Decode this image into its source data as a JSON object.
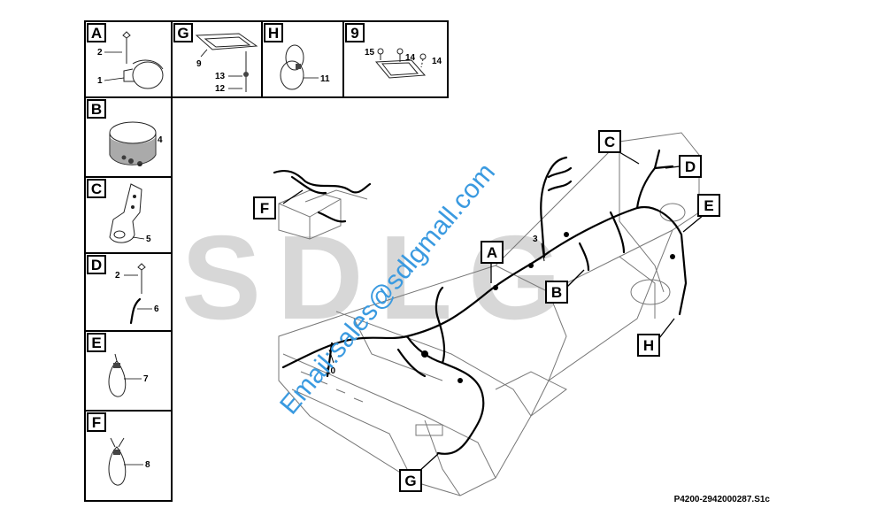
{
  "panels": {
    "A": {
      "letter": "A",
      "items": [
        "2",
        "1"
      ]
    },
    "B": {
      "letter": "B",
      "items": [
        "4"
      ]
    },
    "C": {
      "letter": "C",
      "items": [
        "5"
      ]
    },
    "D": {
      "letter": "D",
      "items": [
        "2",
        "6"
      ]
    },
    "E": {
      "letter": "E",
      "items": [
        "7"
      ]
    },
    "F": {
      "letter": "F",
      "items": [
        "8"
      ]
    },
    "G": {
      "letter": "G",
      "items": [
        "9",
        "13",
        "12"
      ]
    },
    "H": {
      "letter": "H",
      "items": [
        "11"
      ]
    },
    "9": {
      "letter": "9",
      "items": [
        "15",
        "14",
        "14"
      ]
    }
  },
  "main": {
    "callouts": [
      "F",
      "A",
      "B",
      "C",
      "D",
      "E",
      "H",
      "G"
    ],
    "numbers": [
      "3",
      "10"
    ]
  },
  "watermark": {
    "text": "Email:sales@sdlgmall.com",
    "logo": "SDLG"
  },
  "reference": "P4200-2942000287.S1c",
  "colors": {
    "watermark_text": "#3a9ae0",
    "watermark_logo": "#d7d7d7",
    "lines": "#000000"
  }
}
